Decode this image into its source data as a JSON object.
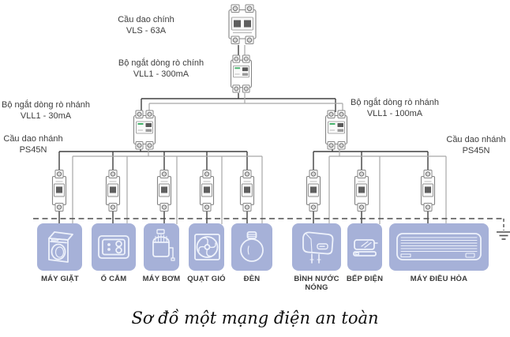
{
  "colors": {
    "appliance_box": "#a6b1d8",
    "wire_dark": "#404040",
    "wire_light": "#a8a8a8",
    "indicator_green": "#45b36b"
  },
  "equipment_labels": {
    "main_breaker": {
      "name": "Cầu dao chính",
      "model": "VLS - 63A"
    },
    "main_rcd": {
      "name": "Bộ ngắt dòng rò chính",
      "model": "VLL1 - 300mA"
    },
    "left_branch_rcd": {
      "name": "Bộ ngắt dòng rò nhánh",
      "model": "VLL1 - 30mA"
    },
    "right_branch_rcd": {
      "name": "Bộ ngắt dòng rò nhánh",
      "model": "VLL1 - 100mA"
    },
    "left_branch_breakers": {
      "name": "Cầu dao nhánh",
      "model": "PS45N"
    },
    "right_branch_breakers": {
      "name": "Cầu dao nhánh",
      "model": "PS45N"
    }
  },
  "appliances": [
    {
      "name": "MÁY GIẶT",
      "icon": "washing-machine-icon"
    },
    {
      "name": "Ổ CẮM",
      "icon": "power-socket-icon"
    },
    {
      "name": "MÁY BƠM",
      "icon": "water-pump-icon"
    },
    {
      "name": "QUẠT GIÓ",
      "icon": "fan-icon"
    },
    {
      "name": "ĐÈN",
      "icon": "light-bulb-icon"
    },
    {
      "name": "BÌNH NƯỚC NÓNG",
      "icon": "water-heater-icon"
    },
    {
      "name": "BẾP ĐIỆN",
      "icon": "electric-stove-icon"
    },
    {
      "name": "MÁY ĐIỀU HÒA",
      "icon": "air-conditioner-icon"
    }
  ],
  "caption": "Sơ đồ một mạng điện an toàn"
}
